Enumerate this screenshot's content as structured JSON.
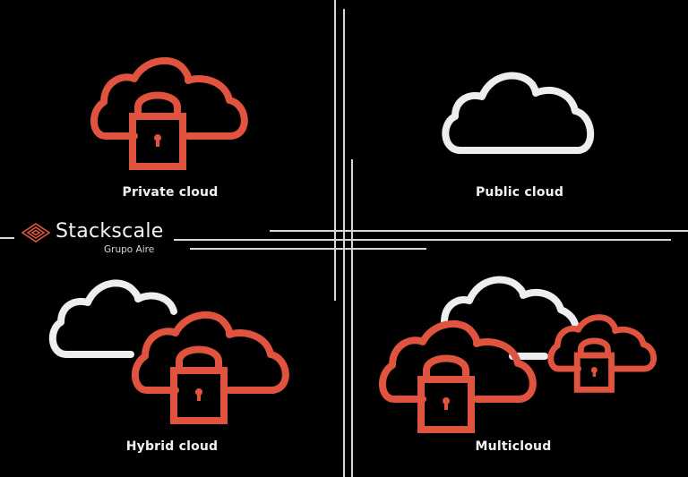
{
  "colors": {
    "background": "#000000",
    "accent": "#e0543f",
    "neutral": "#eeeeee",
    "lines": "#d8d8d8"
  },
  "brand": {
    "name": "Stackscale",
    "subtitle": "Grupo Aire",
    "icon": "stackscale-logo-icon"
  },
  "quadrants": [
    {
      "id": "private",
      "label": "Private cloud",
      "icons": [
        "cloud-lock-icon"
      ]
    },
    {
      "id": "public",
      "label": "Public cloud",
      "icons": [
        "cloud-icon"
      ]
    },
    {
      "id": "hybrid",
      "label": "Hybrid cloud",
      "icons": [
        "cloud-icon",
        "cloud-lock-icon"
      ]
    },
    {
      "id": "multi",
      "label": "Multicloud",
      "icons": [
        "cloud-icon",
        "cloud-lock-icon",
        "cloud-lock-icon"
      ]
    }
  ]
}
